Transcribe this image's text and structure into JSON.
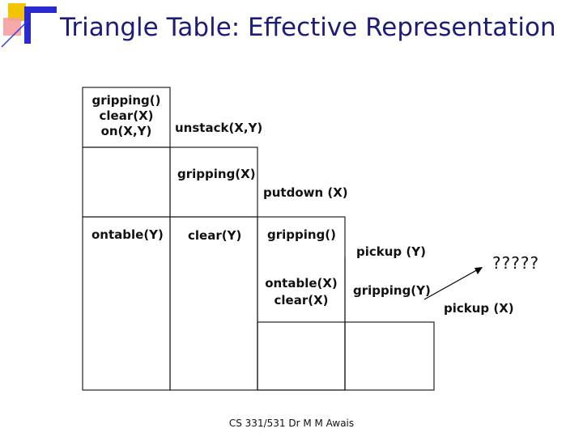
{
  "title": "Triangle Table: Effective Representation",
  "cells": {
    "precond_unstack": [
      "gripping()",
      "clear(X)",
      "on(X,Y)"
    ],
    "action_unstack": "unstack(X,Y)",
    "effect_unstack": "gripping(X)",
    "action_putdown": "putdown (X)",
    "ontable_y": "ontable(Y)",
    "clear_y": "clear(Y)",
    "gripping_empty": "gripping()",
    "action_pickup_y": "pickup (Y)",
    "ontable_x": "ontable(X)",
    "clear_x": "clear(X)",
    "gripping_y": "gripping(Y)",
    "question": "?????",
    "action_pickup_x": "pickup (X)"
  },
  "footer": "CS 331/531 Dr M M Awais",
  "colors": {
    "title": "#1c1c7a",
    "logo_blue": "#2a2ad0",
    "logo_yellow": "#f5c400",
    "logo_red": "#e83a3a"
  }
}
